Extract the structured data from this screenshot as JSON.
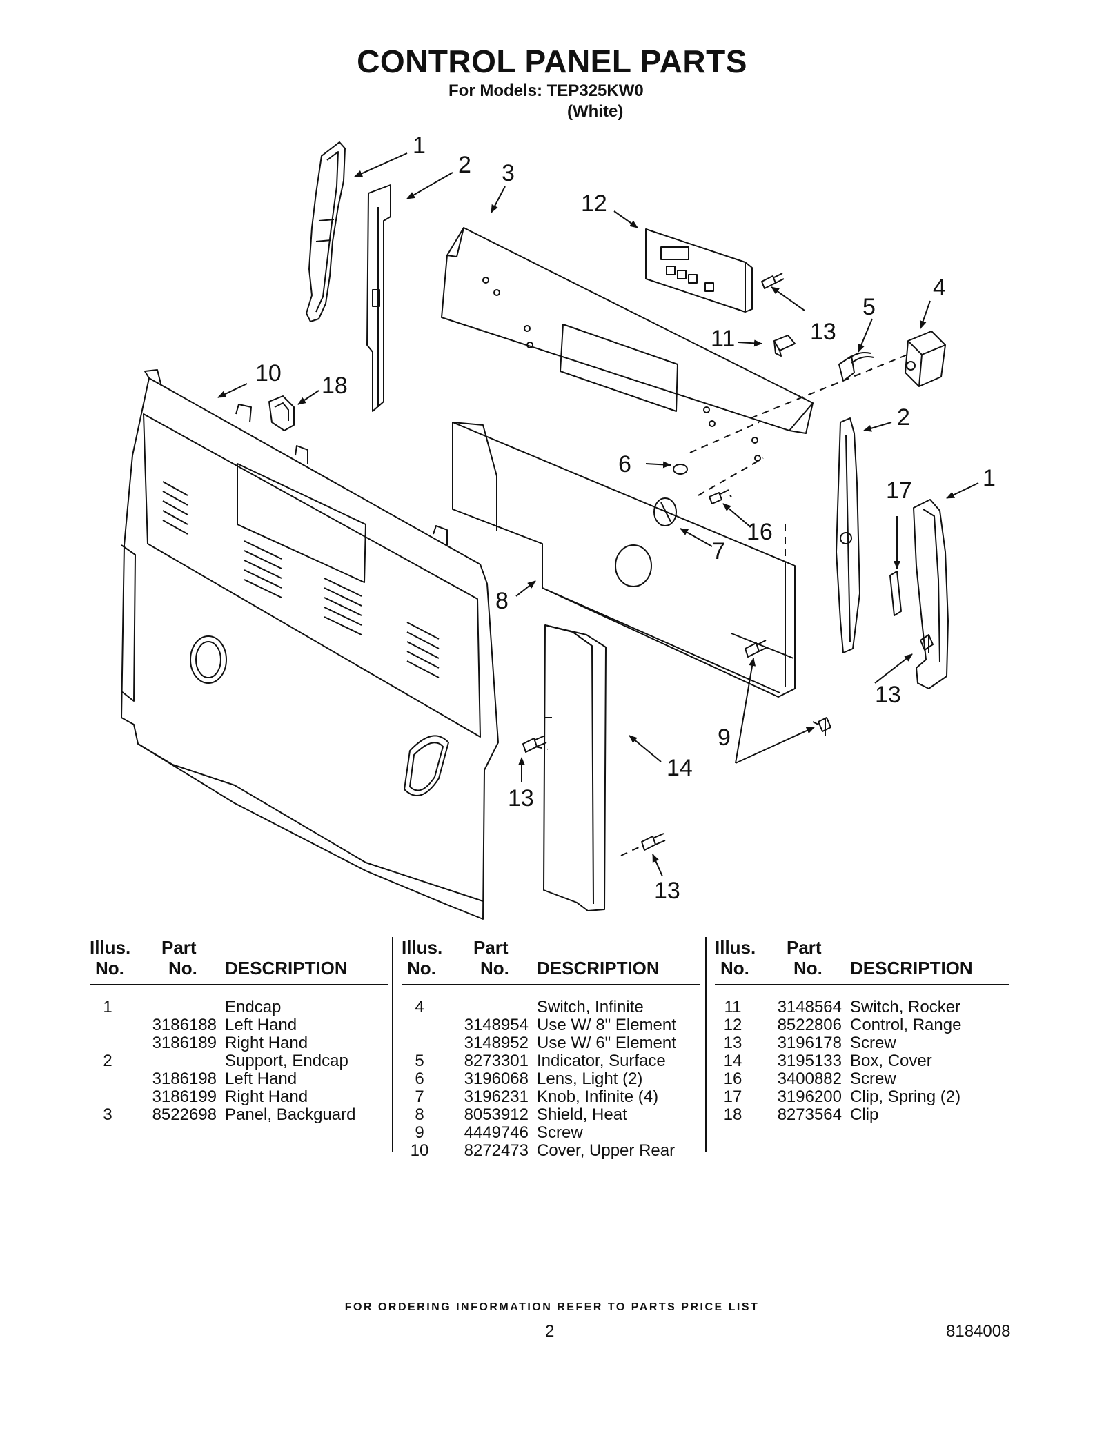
{
  "header": {
    "title": "CONTROL PANEL PARTS",
    "models_line": "For Models: TEP325KW0",
    "models_sub": "(White)"
  },
  "diagram_labels": {
    "l1a": "1",
    "l2a": "2",
    "l3": "3",
    "l12": "12",
    "l13a": "13",
    "l4": "4",
    "l5": "5",
    "l11": "11",
    "l10": "10",
    "l18": "18",
    "l2b": "2",
    "l6": "6",
    "l17": "17",
    "l1b": "1",
    "l16": "16",
    "l7": "7",
    "l8": "8",
    "l13b": "13",
    "l9": "9",
    "l14": "14",
    "l13c": "13",
    "l13d": "13"
  },
  "table_headers": {
    "illus_1": "Illus.",
    "illus_2": "No.",
    "part_1": "Part",
    "part_2": "No.",
    "desc": "DESCRIPTION"
  },
  "parts_columns": [
    {
      "rows": [
        {
          "illus": "1",
          "part": "",
          "desc": "Endcap"
        },
        {
          "illus": "",
          "part": "3186188",
          "desc": "Left Hand"
        },
        {
          "illus": "",
          "part": "3186189",
          "desc": "Right Hand"
        },
        {
          "illus": "2",
          "part": "",
          "desc": "Support, Endcap"
        },
        {
          "illus": "",
          "part": "3186198",
          "desc": "Left Hand"
        },
        {
          "illus": "",
          "part": "3186199",
          "desc": "Right Hand"
        },
        {
          "illus": "3",
          "part": "8522698",
          "desc": "Panel, Backguard"
        }
      ]
    },
    {
      "rows": [
        {
          "illus": "4",
          "part": "",
          "desc": "Switch, Infinite"
        },
        {
          "illus": "",
          "part": "3148954",
          "desc": "Use W/ 8\" Element"
        },
        {
          "illus": "",
          "part": "3148952",
          "desc": "Use W/ 6\" Element"
        },
        {
          "illus": "5",
          "part": "8273301",
          "desc": "Indicator, Surface"
        },
        {
          "illus": "6",
          "part": "3196068",
          "desc": "Lens, Light (2)"
        },
        {
          "illus": "7",
          "part": "3196231",
          "desc": "Knob, Infinite (4)"
        },
        {
          "illus": "8",
          "part": "8053912",
          "desc": "Shield, Heat"
        },
        {
          "illus": "9",
          "part": "4449746",
          "desc": "Screw"
        },
        {
          "illus": "10",
          "part": "8272473",
          "desc": "Cover, Upper Rear"
        }
      ]
    },
    {
      "rows": [
        {
          "illus": "11",
          "part": "3148564",
          "desc": "Switch, Rocker"
        },
        {
          "illus": "12",
          "part": "8522806",
          "desc": "Control, Range"
        },
        {
          "illus": "13",
          "part": "3196178",
          "desc": "Screw"
        },
        {
          "illus": "14",
          "part": "3195133",
          "desc": "Box, Cover"
        },
        {
          "illus": "16",
          "part": "3400882",
          "desc": "Screw"
        },
        {
          "illus": "17",
          "part": "3196200",
          "desc": "Clip, Spring (2)"
        },
        {
          "illus": "18",
          "part": "8273564",
          "desc": "Clip"
        }
      ]
    }
  ],
  "footer": {
    "ordering_note": "FOR ORDERING INFORMATION REFER TO PARTS PRICE LIST",
    "page_number": "2",
    "doc_number": "8184008"
  }
}
